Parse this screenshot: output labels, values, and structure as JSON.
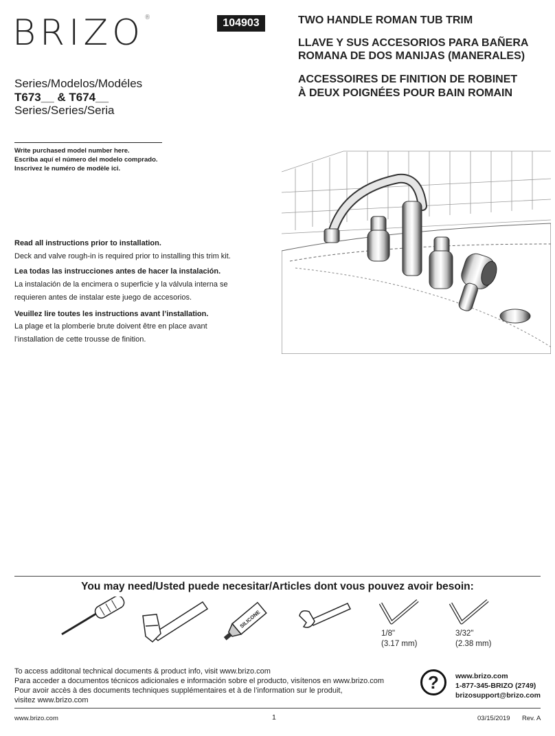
{
  "header": {
    "logo_text": "BRIZO",
    "logo_mark": "®",
    "part_number": "104903",
    "titles": [
      "TWO HANDLE ROMAN TUB TRIM",
      "LLAVE Y SUS ACCESORIOS PARA BAÑERA",
      "ROMANA DE DOS MANIJAS (MANERALES)",
      "ACCESSOIRES DE FINITION DE ROBINET",
      "À DEUX POIGNÉES POUR BAIN ROMAIN"
    ]
  },
  "series": {
    "top_label": "Series/Modelos/Modéles",
    "models": "T673__ & T674__",
    "bottom_label": "Series/Series/Seria"
  },
  "model_entry": {
    "lines": [
      "Write purchased model number here.",
      "Escriba aquí el número del modelo comprado.",
      "Inscrivez le numéro de modèle ici."
    ]
  },
  "instructions": {
    "en_bold": "Read all instructions prior to installation.",
    "en_text": "Deck and valve rough-in is required prior to installing this trim kit.",
    "es_bold": "Lea todas las instrucciones antes de hacer la instalación.",
    "es_text_1": "La instalación de la encimera o superficie y la válvula interna se",
    "es_text_2": "requieren antes de instalar este juego de accesorios.",
    "fr_bold": "Veuillez lire toutes les instructions avant l’installation.",
    "fr_text_1": "La plage et la plomberie brute doivent être en place avant",
    "fr_text_2": "l’installation de cette trousse de finition."
  },
  "tools": {
    "title": "You may need/Usted puede necesitar/Articles dont vous pouvez avoir besoin:",
    "silicone_label": "SILICONE",
    "hex_key_1": {
      "size": "1/8\"",
      "metric": "(3.17 mm)"
    },
    "hex_key_2": {
      "size": "3/32\"",
      "metric": "(2.38 mm)"
    },
    "icons": [
      "screwdriver-icon",
      "pipe-wrench-icon",
      "silicone-tube-icon",
      "adjustable-wrench-icon",
      "hex-key-icon",
      "hex-key-icon"
    ]
  },
  "footer": {
    "lines": [
      "To access additonal technical documents & product info, visit www.brizo.com",
      "Para acceder a documentos técnicos adicionales e información sobre el producto, visítenos en www.brizo.com",
      "Pour avoir accès à des documents techniques supplémentaires et à de l’information sur le produit,",
      "visitez www.brizo.com"
    ],
    "help_glyph": "?",
    "contact": [
      "www.brizo.com",
      "1-877-345-BRIZO (2749)",
      "brizosupport@brizo.com"
    ]
  },
  "bottom_bar": {
    "website": "www.brizo.com",
    "page": "1",
    "date": "03/15/2019",
    "revision": "Rev. A"
  },
  "colors": {
    "text": "#1a1a1a",
    "badge_bg": "#1a1a1a",
    "rule": "#444444"
  }
}
